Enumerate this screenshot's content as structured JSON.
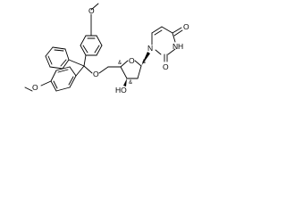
{
  "molecule": {
    "labels": {
      "methoxy_top": "O",
      "methoxy_bottom": "O",
      "ether_o5": "O",
      "ring_o": "O",
      "hydroxyl": "HO",
      "n1": "N",
      "n3": "N",
      "n3_h": "H",
      "o2": "O",
      "o4": "O"
    },
    "stereo": {
      "c4_mark": "&",
      "c1_mark": "&",
      "c3_mark": "&"
    }
  }
}
